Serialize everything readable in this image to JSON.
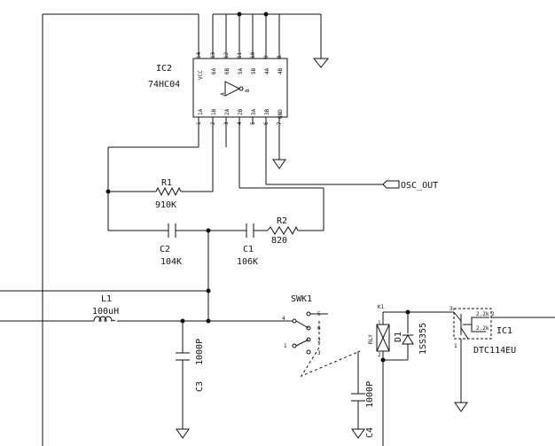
{
  "ic2": {
    "ref": "IC2",
    "part": "74HC04",
    "pin_numbers_top": [
      "14",
      "13",
      "12",
      "11",
      "10",
      "9",
      "8"
    ],
    "pin_names_top": [
      "VCC",
      "6A",
      "6B",
      "5A",
      "5B",
      "4A",
      "4B"
    ],
    "pin_numbers_bottom": [
      "1",
      "2",
      "3",
      "4",
      "5",
      "6",
      "7"
    ],
    "pin_names_bottom": [
      "1A",
      "1B",
      "2A",
      "2B",
      "3A",
      "3B",
      "GND"
    ],
    "gate_in": "A",
    "gate_out": "B"
  },
  "r1": {
    "ref": "R1",
    "value": "910K"
  },
  "r2": {
    "ref": "R2",
    "value": "820"
  },
  "c1": {
    "ref": "C1",
    "value": "106K"
  },
  "c2": {
    "ref": "C2",
    "value": "104K"
  },
  "c3": {
    "ref": "C3",
    "value": "1000P"
  },
  "c4": {
    "ref": "C4",
    "value": "1000P"
  },
  "l1": {
    "ref": "L1",
    "value": "100uH"
  },
  "swk1": {
    "ref": "SWK1",
    "pins": [
      "4",
      "5",
      "6",
      "1",
      "2",
      "3"
    ]
  },
  "osc_out": {
    "label": "OSC_OUT"
  },
  "relay": {
    "ref": "RLY",
    "pin_top": "1",
    "pin_bottom": "2",
    "label_k": "K1"
  },
  "d1": {
    "ref": "D1",
    "part": "1SS355"
  },
  "ic1": {
    "ref": "IC1",
    "part": "DTC114EU",
    "pins": [
      "3",
      "1",
      "2"
    ],
    "r_top": "2.2k",
    "r_bottom": "2.2k"
  }
}
